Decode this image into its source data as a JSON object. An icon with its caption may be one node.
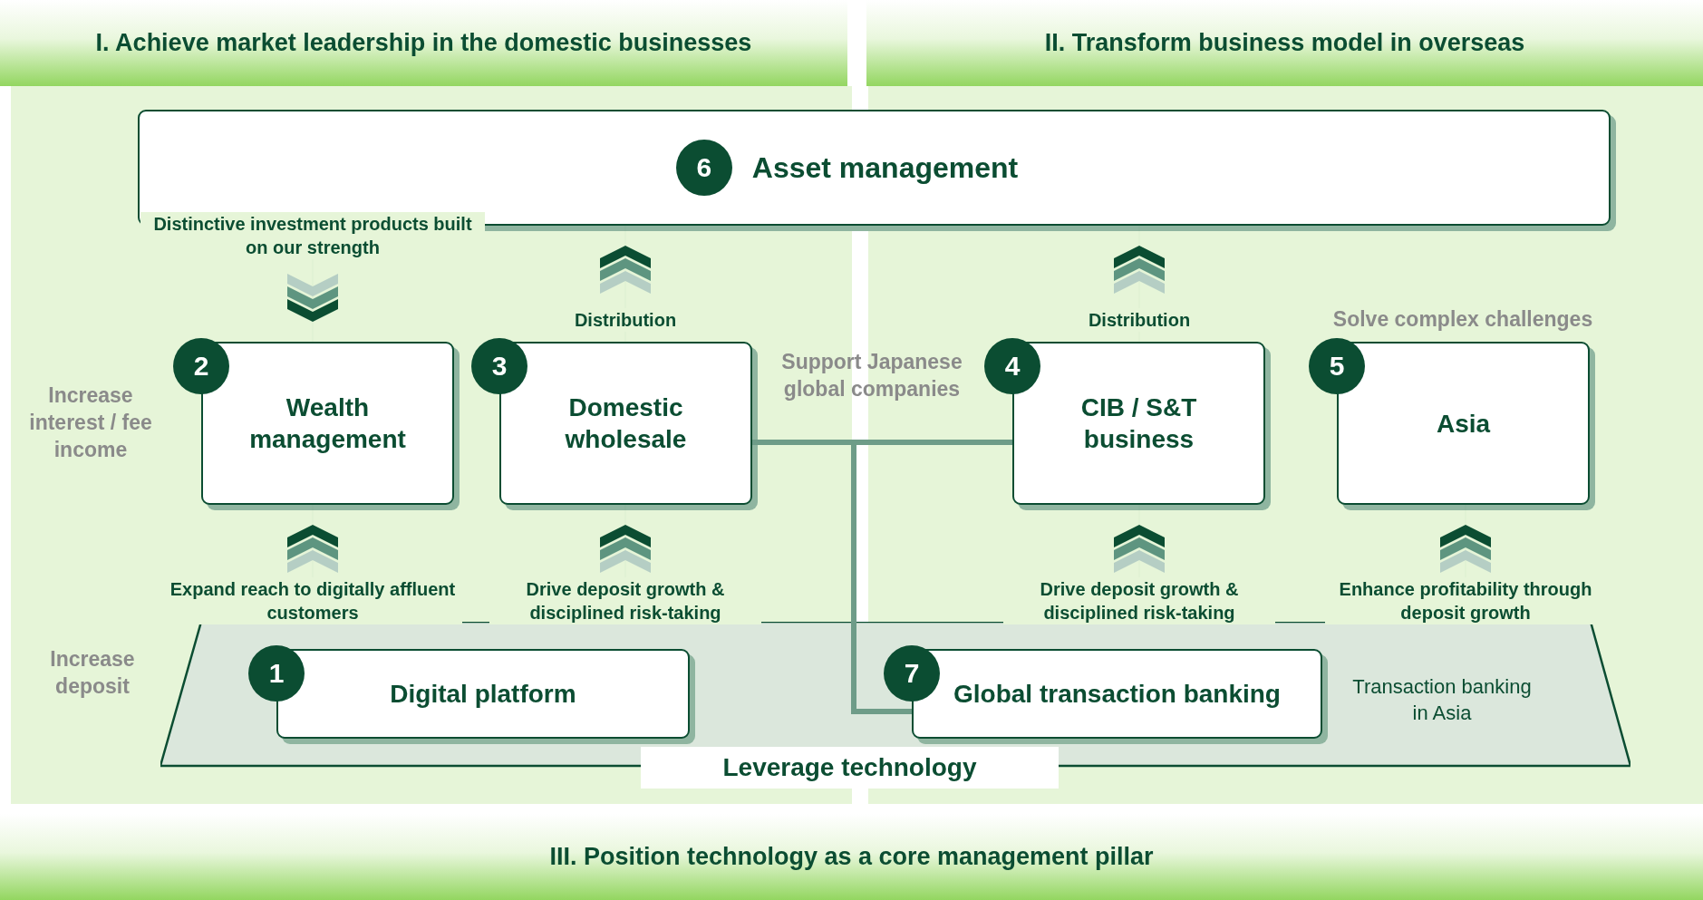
{
  "diagram": {
    "nodes": [
      {
        "text": [
          "I. Achieve market leadership in the domestic businesses"
        ]
      },
      {
        "text": [
          "II. Transform business model in overseas"
        ]
      },
      {
        "text": [
          "6",
          "Asset management"
        ]
      },
      {
        "text": [
          "2",
          "Wealth management"
        ],
        "beside": [
          "Increase interest / fee income"
        ]
      },
      {
        "text": [
          "3",
          "Domestic wholesale"
        ]
      },
      {
        "text": [
          "4",
          "CIB / S&T business"
        ]
      },
      {
        "text": [
          "5",
          "Asia"
        ],
        "beside": [
          "Solve complex challenges"
        ]
      },
      {
        "text": [
          "Transaction banking in Asia",
          "Leverage technology"
        ],
        "beside": [
          "Increase deposit"
        ]
      },
      {
        "text": [
          "1",
          "Digital platform"
        ],
        "in": 7
      },
      {
        "text": [
          "7",
          "Global transaction banking"
        ],
        "in": 7
      },
      {
        "text": [
          "III. Position technology as a core management pillar"
        ]
      }
    ],
    "edges": [
      {
        "from": 2,
        "to": 3,
        "arrow": "to",
        "label": "Distinctive investment products built on our strength"
      },
      {
        "from": 4,
        "to": 2,
        "arrow": "to",
        "label": "Distribution"
      },
      {
        "from": 5,
        "to": 2,
        "arrow": "to",
        "label": "Distribution"
      },
      {
        "from": 7,
        "to": 3,
        "arrow": "to",
        "label": "Expand reach to digitally affluent customers"
      },
      {
        "from": 7,
        "to": 4,
        "arrow": "to",
        "label": "Drive deposit growth & disciplined risk-taking"
      },
      {
        "from": 7,
        "to": 5,
        "arrow": "to",
        "label": "Drive deposit growth & disciplined risk-taking"
      },
      {
        "from": 7,
        "to": 6,
        "arrow": "to",
        "label": "Enhance profitability through deposit growth"
      },
      {
        "from": 4,
        "to": 5,
        "arrow": "none",
        "label": "Support Japanese global companies",
        "style": "thick",
        "color": "#6e9c88"
      },
      {
        "from": 4,
        "to": 9,
        "arrow": "none",
        "style": "thick",
        "color": "#6e9c88"
      },
      {
        "from": 5,
        "to": 9,
        "arrow": "none",
        "style": "thick",
        "color": "#6e9c88"
      }
    ]
  }
}
